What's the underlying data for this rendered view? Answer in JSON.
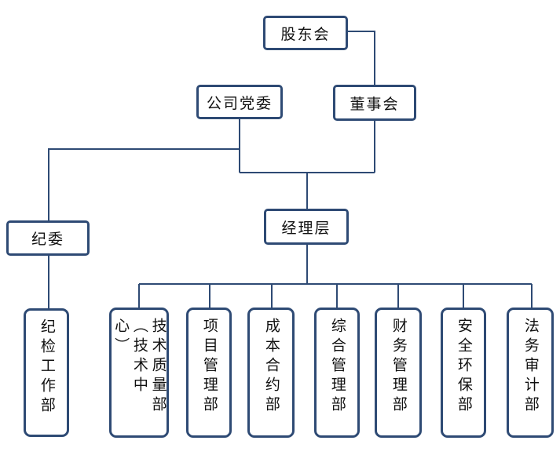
{
  "nodes": {
    "shareholders": "股东会",
    "party_committee": "公司党委",
    "board": "董事会",
    "discipline_committee": "纪委",
    "management": "经理层",
    "departments": [
      {
        "key": "discipline_dept",
        "label": "纪检工作部"
      },
      {
        "key": "tech_quality_dept",
        "label": "技术质量部（技术中心）"
      },
      {
        "key": "project_dept",
        "label": "项目管理部"
      },
      {
        "key": "cost_contract_dept",
        "label": "成本合约部"
      },
      {
        "key": "general_dept",
        "label": "综合管理部"
      },
      {
        "key": "finance_dept",
        "label": "财务管理部"
      },
      {
        "key": "safety_env_dept",
        "label": "安全环保部"
      },
      {
        "key": "legal_audit_dept",
        "label": "法务审计部"
      }
    ]
  },
  "colors": {
    "line": "#2e4a74",
    "border": "#2e4a74",
    "text": "#111111",
    "background": "#ffffff"
  }
}
